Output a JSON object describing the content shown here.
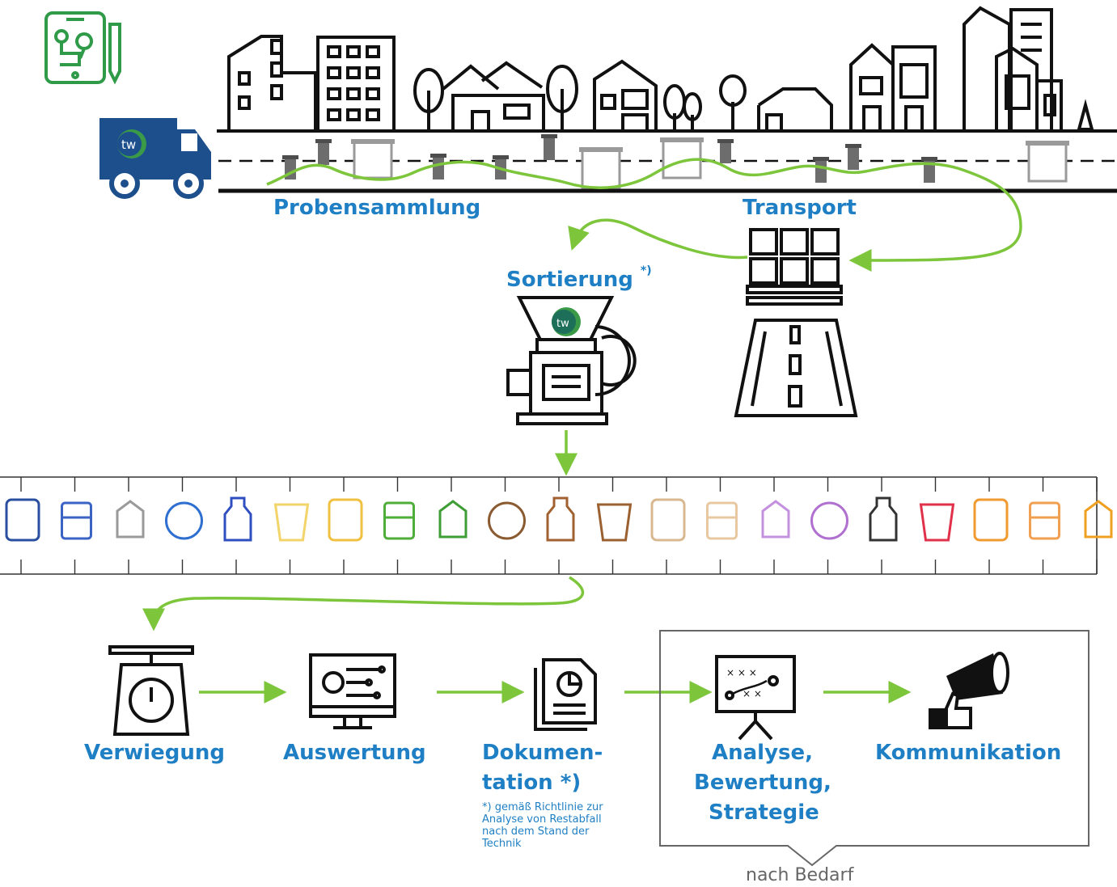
{
  "stages": {
    "collection": "Probensammlung",
    "transport": "Transport",
    "sorting": "Sortierung",
    "sorting_mark": "*)",
    "weighing": "Verwiegung",
    "evaluation": "Auswertung",
    "documentation_line1": "Dokumen-",
    "documentation_line2": "tation *)",
    "analysis_line1": "Analyse,",
    "analysis_line2": "Bewertung,",
    "analysis_line3": "Strategie",
    "communication": "Kommunikation"
  },
  "footnote": {
    "line1": "*) gemäß Richtlinie zur",
    "line2": "Analyse von Restabfall",
    "line3": "nach dem Stand der",
    "line4": "Technik"
  },
  "optional_label": "nach Bedarf",
  "logo_text": "tw",
  "colors": {
    "label_blue": "#1f7fc4",
    "flow_green": "#7dc63c",
    "truck_blue": "#1d4f8c",
    "tablet_green": "#2f9a48",
    "icon_black": "#111111"
  },
  "waste_fractions": [
    {
      "icon": "tin-can-icon",
      "color": "#2a4fa0"
    },
    {
      "icon": "screws-icon",
      "color": "#3b63c4"
    },
    {
      "icon": "aluminium-can-icon",
      "color": "#9a9a9a"
    },
    {
      "icon": "cardboard-box-icon",
      "color": "#2f6fd0"
    },
    {
      "icon": "paper-stack-icon",
      "color": "#2f4fc0"
    },
    {
      "icon": "rubber-duck-icon",
      "color": "#f2d46a"
    },
    {
      "icon": "plastic-bottle-icon",
      "color": "#f0c040"
    },
    {
      "icon": "broken-glass-icon",
      "color": "#4fae3a"
    },
    {
      "icon": "glass-bottle-icon",
      "color": "#3e9e35"
    },
    {
      "icon": "food-waste-icon",
      "color": "#8a5a30"
    },
    {
      "icon": "branches-icon",
      "color": "#a06030"
    },
    {
      "icon": "organic-bag-icon",
      "color": "#9a6030"
    },
    {
      "icon": "wooden-crate-icon",
      "color": "#d8b890"
    },
    {
      "icon": "wood-plank-icon",
      "color": "#e8c8a0"
    },
    {
      "icon": "beverage-carton-icon",
      "color": "#c490e0"
    },
    {
      "icon": "hair-dryer-icon",
      "color": "#b070d0"
    },
    {
      "icon": "ceramic-vase-icon",
      "color": "#333333"
    },
    {
      "icon": "batteries-icon",
      "color": "#e0304a"
    },
    {
      "icon": "textiles-icon",
      "color": "#f09a30"
    },
    {
      "icon": "hygiene-products-icon",
      "color": "#f0a050"
    },
    {
      "icon": "hazardous-waste-icon",
      "color": "#f0a020"
    }
  ]
}
